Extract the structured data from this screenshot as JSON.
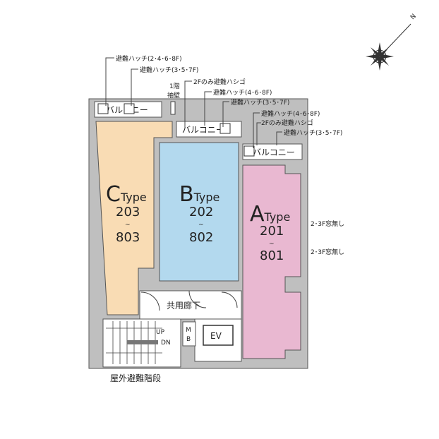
{
  "compass_label": "N",
  "hatch_notes": [
    "避難ハッチ(2･4･6･8F)",
    "避難ハッチ(3･5･7F)",
    "2Fのみ避難ハシゴ",
    "避難ハッチ(4･6･8F)",
    "避難ハッチ(3･5･7F)",
    "避難ハッチ(4･6･8F)",
    "2Fのみ避難ハシゴ",
    "避難ハッチ(3･5･7F)"
  ],
  "sodekabe_note": [
    "1階",
    "袖壁"
  ],
  "balcony_label": "バルコニー",
  "units": {
    "c": {
      "letter": "C",
      "type": "Type",
      "num_top": "203",
      "tilde": "~",
      "num_bottom": "803",
      "color": "#f9dcb4"
    },
    "b": {
      "letter": "B",
      "type": "Type",
      "num_top": "202",
      "tilde": "~",
      "num_bottom": "802",
      "color": "#b3d9ee"
    },
    "a": {
      "letter": "A",
      "type": "Type",
      "num_top": "201",
      "tilde": "~",
      "num_bottom": "801",
      "color": "#e9b8d1"
    }
  },
  "window_notes": [
    "2･3F窓無し",
    "2･3F窓無し"
  ],
  "corridor_label": "共用廊下",
  "ev_label": "EV",
  "mb_label": [
    "M",
    "B"
  ],
  "up_label": "UP",
  "dn_label": "DN",
  "stairs_label": "屋外避難階段"
}
